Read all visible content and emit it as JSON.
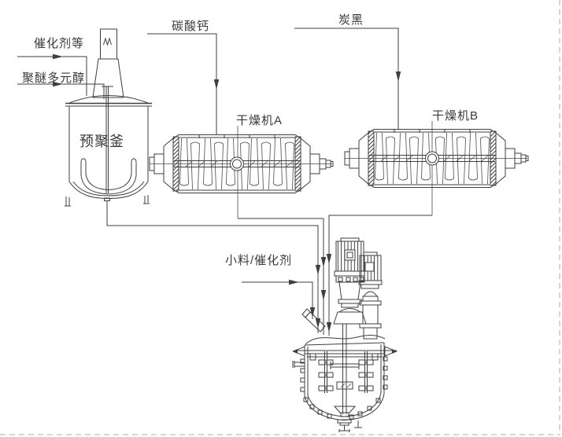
{
  "diagram": {
    "type": "process-flow-diagram",
    "background_color": "#ffffff",
    "line_color": "#3f3f3f",
    "page_border_color": "#c9c9c9",
    "equipment": {
      "prepolymer_kettle": {
        "label": "预聚釜"
      },
      "dryer_a": {
        "label": "干燥机A"
      },
      "dryer_b": {
        "label": "干燥机B"
      }
    },
    "streams": {
      "catalyst_etc": {
        "label": "催化剂等"
      },
      "polyether_polyol": {
        "label": "聚醚多元醇"
      },
      "calcium_carbonate": {
        "label": "碳酸钙"
      },
      "carbon_black": {
        "label": "炭黑"
      },
      "additives_catalyst": {
        "label": "小料/催化剂"
      }
    }
  }
}
